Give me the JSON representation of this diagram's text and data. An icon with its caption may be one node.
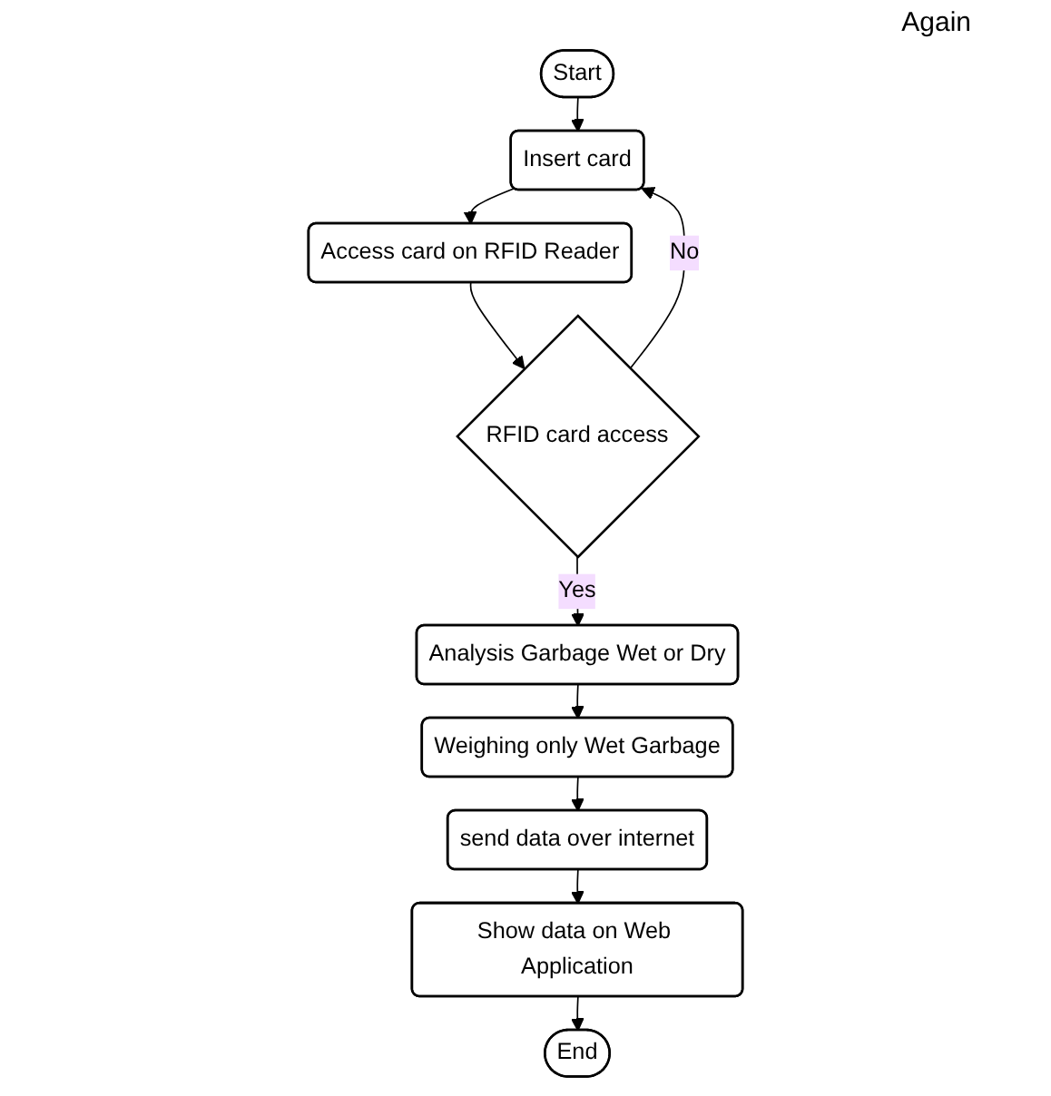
{
  "diagram": {
    "nodes": [
      {
        "text": [
          "Start"
        ]
      },
      {
        "text": [
          "Insert card"
        ]
      },
      {
        "text": [
          "Access card on RFID Reader"
        ]
      },
      {
        "text": [
          "RFID card access"
        ]
      },
      {
        "text": [
          "Analysis Garbage Wet or Dry"
        ]
      },
      {
        "text": [
          "Weighing only Wet Garbage"
        ]
      },
      {
        "text": [
          "send data over internet"
        ]
      },
      {
        "text": [
          "Show data on Web Application"
        ]
      },
      {
        "text": [
          "End"
        ]
      }
    ],
    "edges": [
      {
        "from": 0,
        "to": 1,
        "arrow": "to"
      },
      {
        "from": 1,
        "to": 2,
        "arrow": "to"
      },
      {
        "from": 2,
        "to": 3,
        "arrow": "to"
      },
      {
        "from": 3,
        "to": 1,
        "arrow": "to",
        "label": "No"
      },
      {
        "from": 3,
        "to": 4,
        "arrow": "to",
        "label": "Yes"
      },
      {
        "from": 4,
        "to": 5,
        "arrow": "to"
      },
      {
        "from": 5,
        "to": 6,
        "arrow": "to"
      },
      {
        "from": 6,
        "to": 7,
        "arrow": "to"
      },
      {
        "from": 7,
        "to": 8,
        "arrow": "to"
      }
    ],
    "labels": [
      "Again"
    ]
  }
}
